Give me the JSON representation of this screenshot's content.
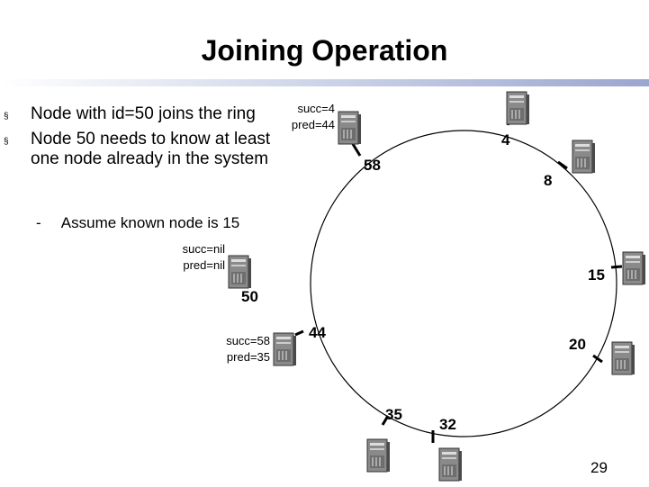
{
  "title": "Joining Operation",
  "bullets": [
    {
      "marker": "§",
      "text": "Node with id=50 joins the ring"
    },
    {
      "marker": "§",
      "text": "Node 50 needs to know at least one node already in the system"
    }
  ],
  "subbullet": {
    "marker": "-",
    "text": "Assume known node is 15"
  },
  "ring_nodes": [
    "4",
    "8",
    "15",
    "20",
    "32",
    "35",
    "44",
    "58"
  ],
  "joining_node": "50",
  "node_states": {
    "n58": {
      "succ": "succ=4",
      "pred": "pred=44"
    },
    "n50": {
      "succ": "succ=nil",
      "pred": "pred=nil"
    },
    "n44": {
      "succ": "succ=58",
      "pred": "pred=35"
    }
  },
  "icons": {
    "server": "server-tower-icon"
  },
  "colors": {
    "ring": "#000000",
    "server_body": "#8a8a8a",
    "server_shadow": "#4a4a4a"
  },
  "page_number": "29"
}
